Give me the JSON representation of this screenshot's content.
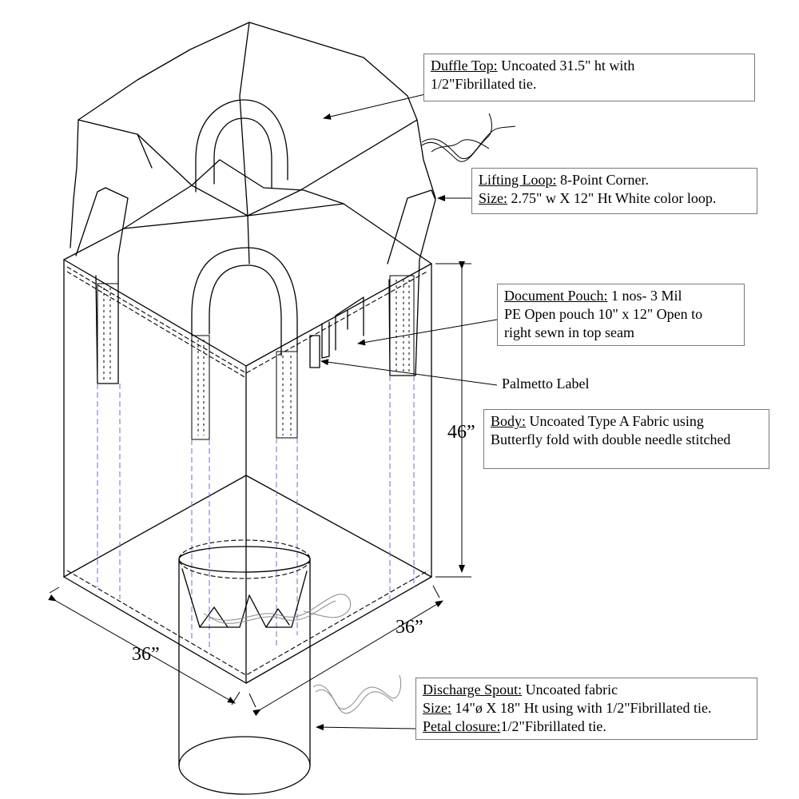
{
  "callouts": {
    "duffle_top": {
      "title": "Duffle Top:",
      "line1": " Uncoated 31.5\" ht with",
      "line2": "1/2\"Fibrillated tie."
    },
    "lifting_loop": {
      "title": "Lifting Loop:",
      "line1": "  8-Point Corner.",
      "size_label": "Size:",
      "line2": " 2.75\" w X 12\" Ht White color loop."
    },
    "document_pouch": {
      "title": "Document Pouch:",
      "line1": " 1 nos- 3 Mil",
      "line2": "PE Open pouch 10\" x 12\" Open to",
      "line3": "right sewn in top seam"
    },
    "palmetto": {
      "label": "Palmetto Label"
    },
    "body": {
      "title": "Body:",
      "line1": " Uncoated Type A Fabric using",
      "line2": "Butterfly fold with double needle stitched"
    },
    "discharge_spout": {
      "title": "Discharge Spout:",
      "line1": " Uncoated  fabric",
      "size_label": "Size:",
      "line2": " 14\"ø X 18\" Ht using with 1/2\"Fibrillated tie.",
      "petal_label": "Petal closure:",
      "line3": "1/2\"Fibrillated tie."
    }
  },
  "dimensions": {
    "height": "46”",
    "width_left": "36”",
    "width_right": "36”"
  },
  "colors": {
    "ink": "#000000",
    "stitch_guides": "#6c6cd8",
    "tie": "#8a8a8a"
  }
}
